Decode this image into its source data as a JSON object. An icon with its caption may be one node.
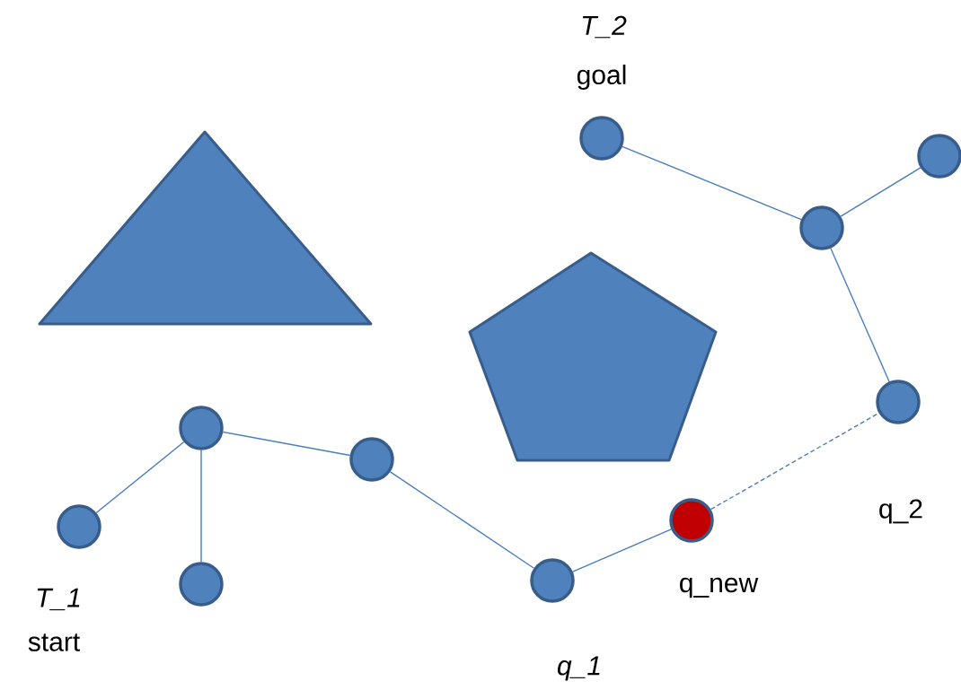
{
  "diagram": {
    "nodes": [
      {
        "text": [],
        "shape": "circle",
        "beside": [
          "T_2",
          "goal"
        ]
      },
      {
        "text": [],
        "shape": "circle"
      },
      {
        "text": [],
        "shape": "circle"
      },
      {
        "text": [],
        "shape": "circle",
        "beside": [
          "q_2"
        ]
      },
      {
        "text": [],
        "shape": "circle"
      },
      {
        "text": [],
        "shape": "circle"
      },
      {
        "text": [],
        "shape": "circle",
        "beside": [
          "T_1",
          "start"
        ]
      },
      {
        "text": [],
        "shape": "circle",
        "beside": [
          "q_new"
        ]
      },
      {
        "text": [],
        "shape": "circle",
        "beside": [
          "q_1"
        ]
      },
      {
        "text": [],
        "shape": "circle"
      },
      {
        "text": [],
        "shape": "triangle"
      },
      {
        "text": [],
        "shape": "pentagon"
      }
    ],
    "edges": [
      {
        "from": 0,
        "to": 2,
        "arrow": "none"
      },
      {
        "from": 2,
        "to": 1,
        "arrow": "none"
      },
      {
        "from": 2,
        "to": 3,
        "arrow": "none"
      },
      {
        "from": 7,
        "to": 3,
        "arrow": "none",
        "style": "dashed"
      },
      {
        "from": 6,
        "to": 4,
        "arrow": "none"
      },
      {
        "from": 4,
        "to": 9,
        "arrow": "none"
      },
      {
        "from": 4,
        "to": 5,
        "arrow": "none"
      },
      {
        "from": 5,
        "to": 8,
        "arrow": "none"
      },
      {
        "from": 8,
        "to": 7,
        "arrow": "none"
      }
    ]
  }
}
